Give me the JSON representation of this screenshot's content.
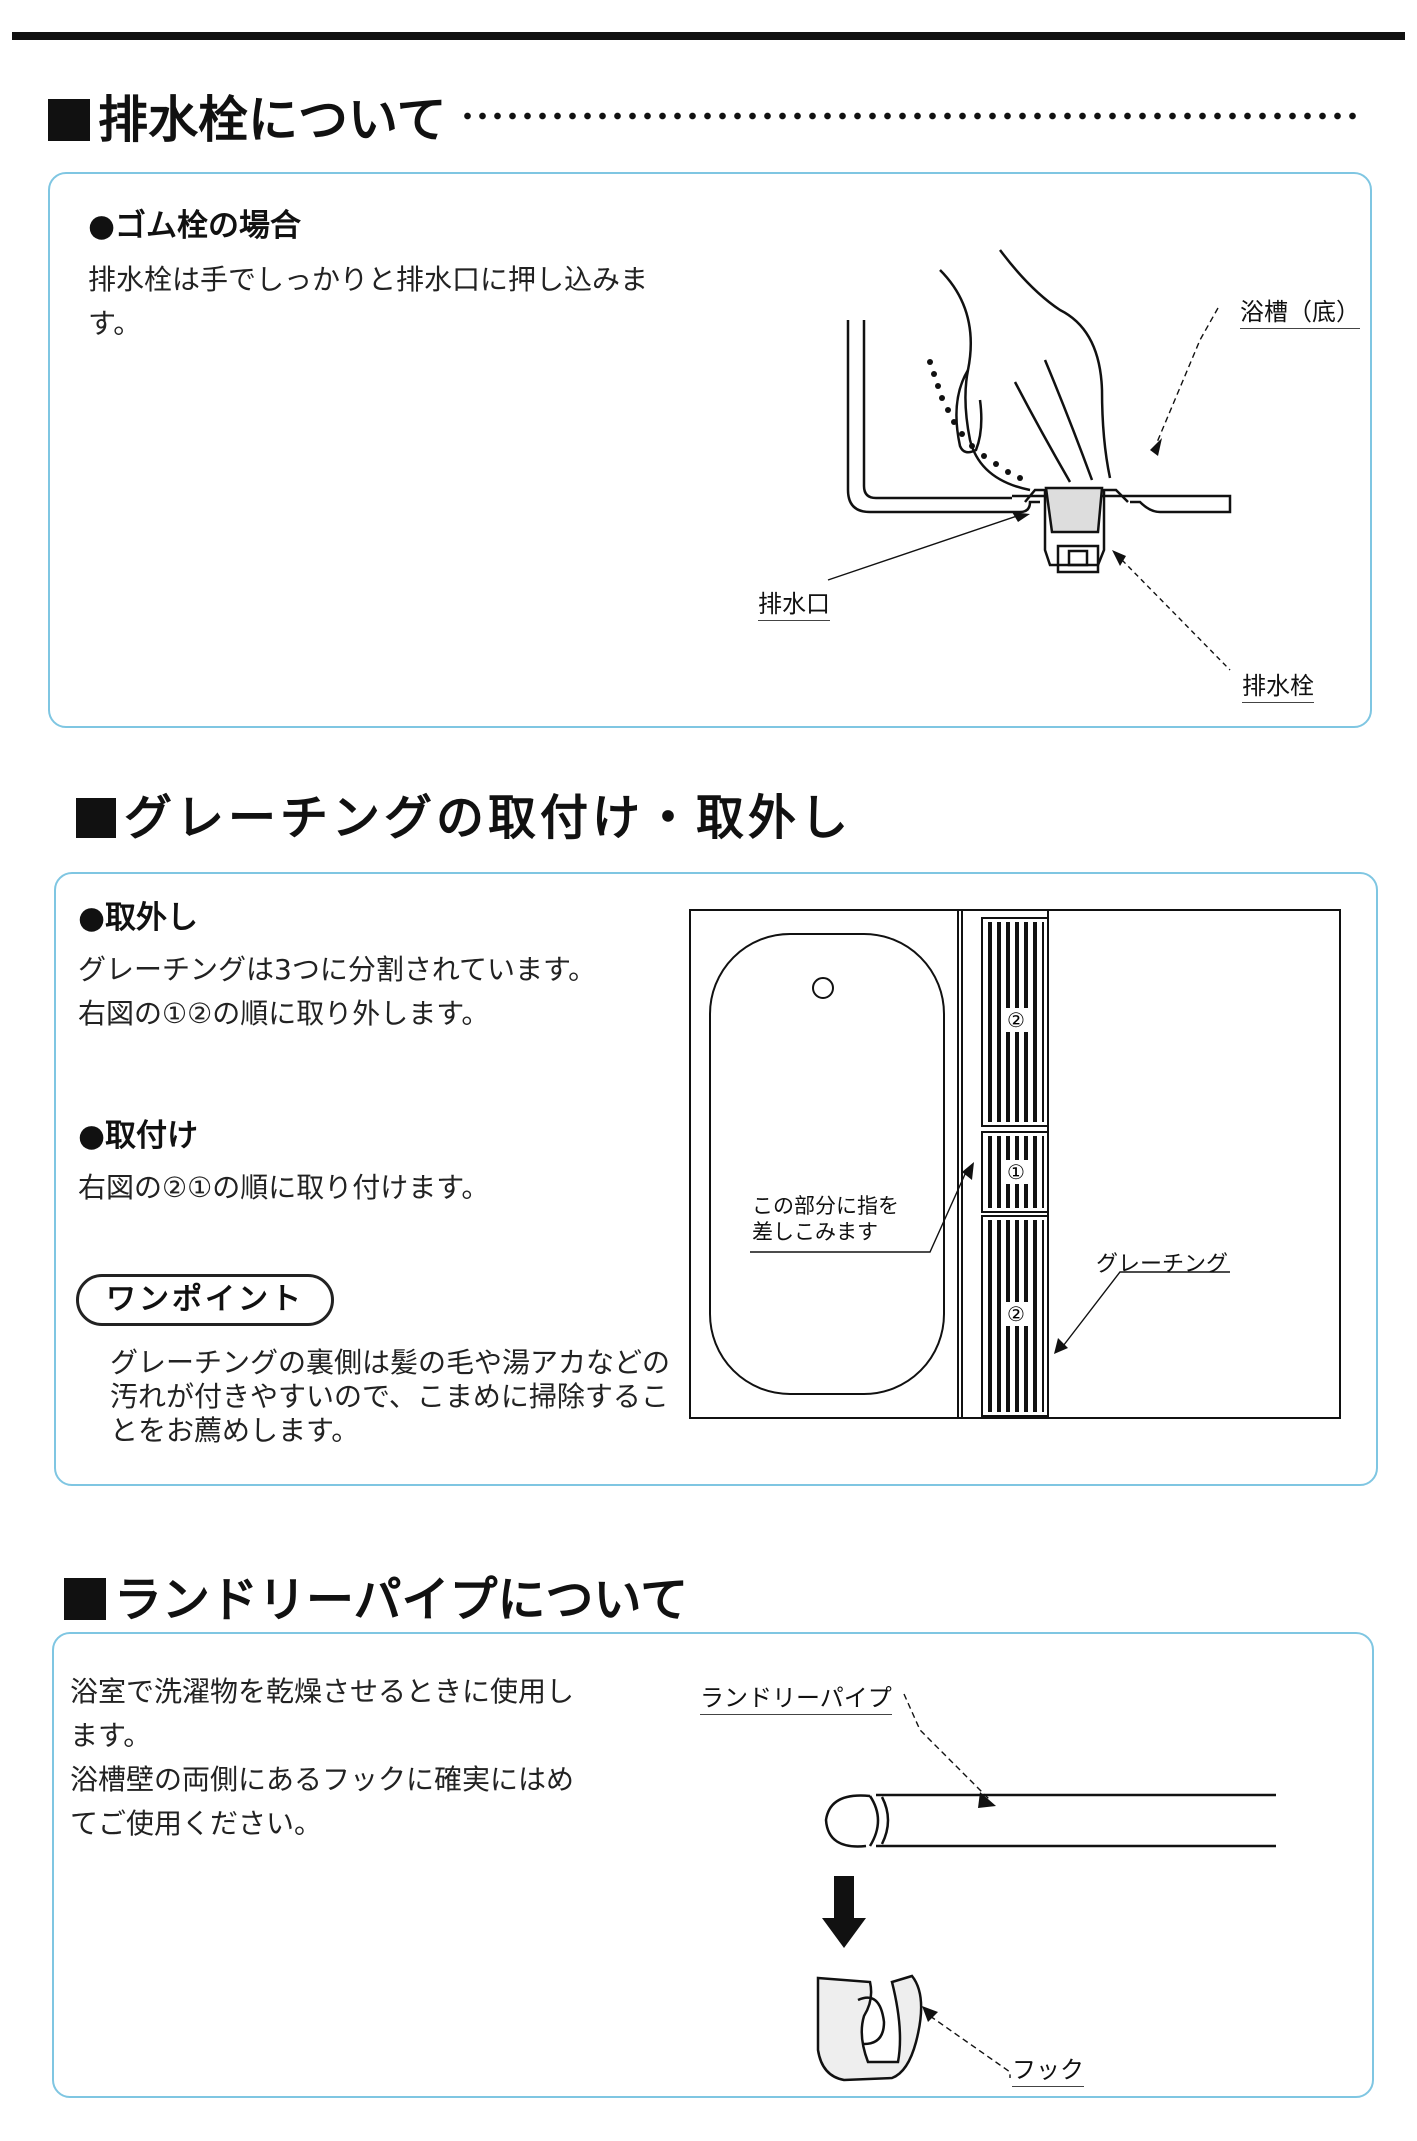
{
  "sections": {
    "drain": {
      "title": "排水栓について",
      "subtitle": "●ゴム栓の場合",
      "text_lines": [
        "排水栓は手でしっかりと排水口に押し込みま",
        "す。"
      ],
      "labels": {
        "tub_bottom": "浴槽（底）",
        "drain_port": "排水口",
        "drain_plug": "排水栓"
      }
    },
    "grating": {
      "title": "グレーチングの取付け・取外し",
      "removal_title": "●取外し",
      "removal_lines": [
        "グレーチングは3つに分割されています。",
        "右図の①②の順に取り外します。"
      ],
      "install_title": "●取付け",
      "install_lines": [
        "右図の②①の順に取り付けます。"
      ],
      "onepoint_label": "ワンポイント",
      "onepoint_lines": [
        "グレーチングの裏側は髪の毛や湯アカなどの",
        "汚れが付きやすいので、こまめに掃除するこ",
        "とをお薦めします。"
      ],
      "labels": {
        "finger_line1": "この部分に指を",
        "finger_line2": "差しこみます",
        "grating": "グレーチング",
        "num1": "①",
        "num2": "②"
      }
    },
    "laundry": {
      "title": "ランドリーパイプについて",
      "text_lines": [
        "浴室で洗濯物を乾燥させるときに使用し",
        "ます。",
        "浴槽壁の両側にあるフックに確実にはめ",
        "てご使用ください。"
      ],
      "labels": {
        "pipe": "ランドリーパイプ",
        "hook": "フック"
      }
    }
  }
}
